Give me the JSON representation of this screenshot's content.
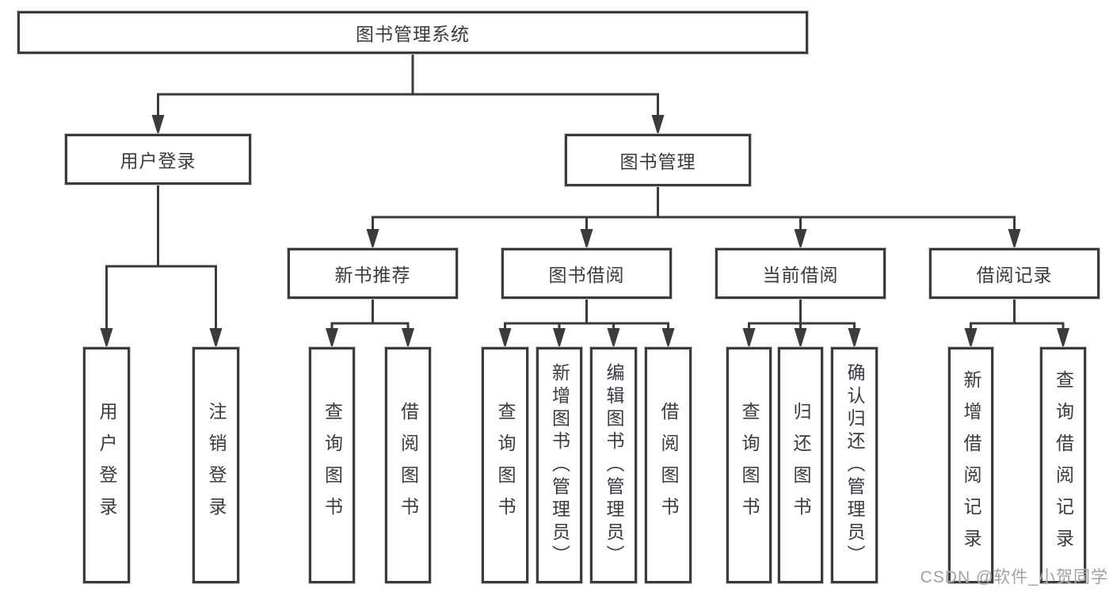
{
  "diagram_title": "图书管理系统",
  "tree": {
    "id": "root",
    "label": "图书管理系统",
    "children": [
      {
        "id": "user-login",
        "label": "用户登录",
        "children": [
          {
            "id": "user-login-leaf",
            "label": "用户登录"
          },
          {
            "id": "logout-leaf",
            "label": "注销登录"
          }
        ]
      },
      {
        "id": "book-mgmt",
        "label": "图书管理",
        "children": [
          {
            "id": "new-book-rec",
            "label": "新书推荐",
            "children": [
              {
                "id": "nbr-query",
                "label": "查询图书"
              },
              {
                "id": "nbr-borrow",
                "label": "借阅图书"
              }
            ]
          },
          {
            "id": "book-borrow",
            "label": "图书借阅",
            "children": [
              {
                "id": "bb-query",
                "label": "查询图书"
              },
              {
                "id": "bb-add",
                "label": "新增图书（管理员）"
              },
              {
                "id": "bb-edit",
                "label": "编辑图书（管理员）"
              },
              {
                "id": "bb-borrow",
                "label": "借阅图书"
              }
            ]
          },
          {
            "id": "current-borrow",
            "label": "当前借阅",
            "children": [
              {
                "id": "cb-query",
                "label": "查询图书"
              },
              {
                "id": "cb-return",
                "label": "归还图书"
              },
              {
                "id": "cb-confirm",
                "label": "确认归还（管理员）"
              }
            ]
          },
          {
            "id": "borrow-records",
            "label": "借阅记录",
            "children": [
              {
                "id": "br-add",
                "label": "新增借阅记录"
              },
              {
                "id": "br-query",
                "label": "查询借阅记录"
              }
            ]
          }
        ]
      }
    ]
  },
  "watermark": "CSDN @软件_小贺同学",
  "colors": {
    "line": "#3b3b3b",
    "box_border": "#3b3b3b",
    "text": "#3a3a40",
    "box_background": "#ffffff",
    "page_background": "#ffffff",
    "watermark": "#a0a0a8"
  }
}
